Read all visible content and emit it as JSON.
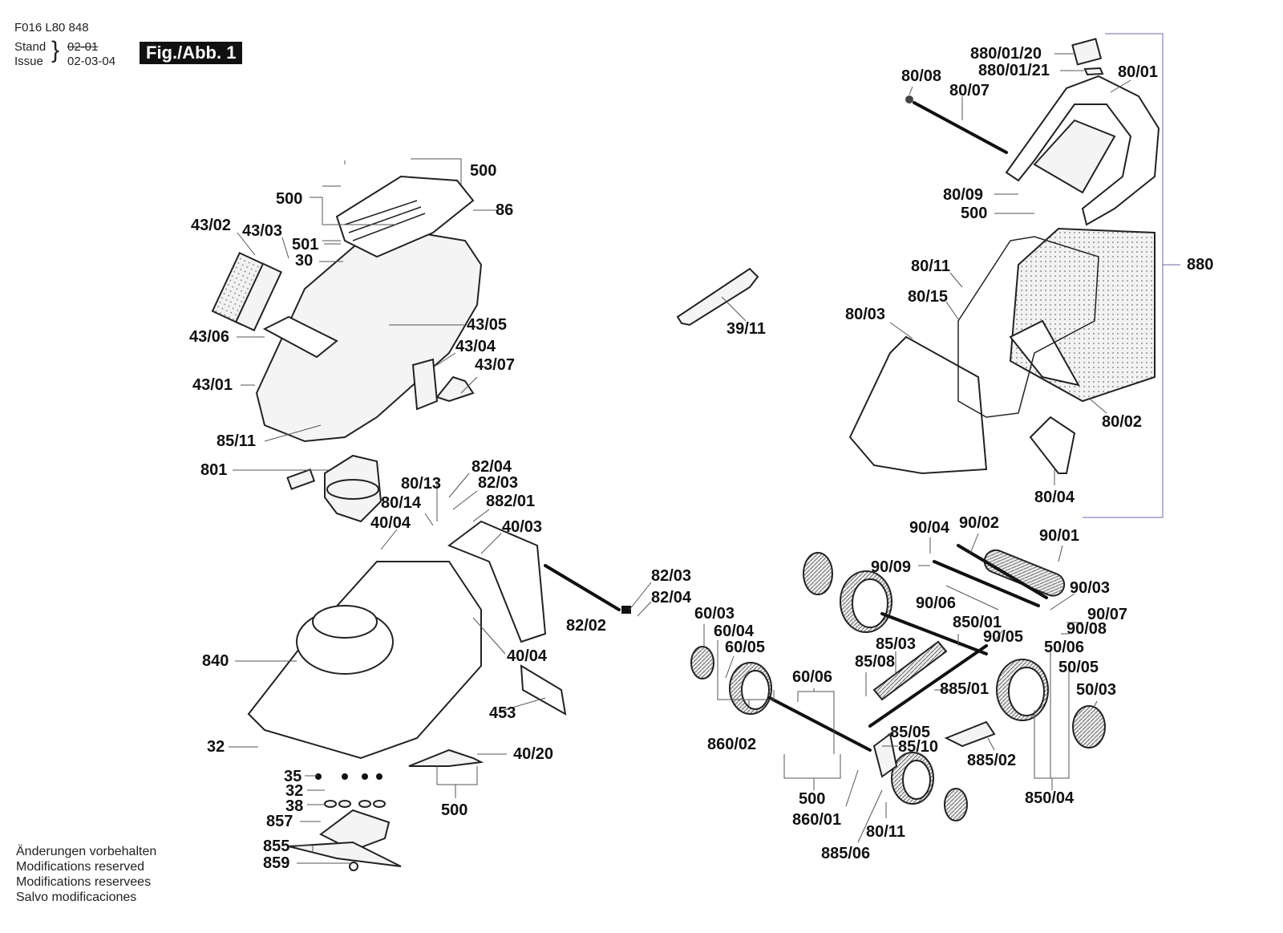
{
  "header": {
    "part_number": "F016 L80 848",
    "stand_label": "Stand",
    "issue_label": "Issue",
    "old_date_struck": "02-01",
    "issue_date": "02-03-04",
    "figure_label": "Fig./Abb. 1"
  },
  "footer_notes": [
    "Änderungen vorbehalten",
    "Modifications reserved",
    "Modifications reservees",
    "Salvo modificaciones"
  ],
  "groups": {
    "motor_hood": {
      "labels": [
        "500",
        "500",
        "86",
        "43/02",
        "43/03",
        "501",
        "30",
        "43/06",
        "43/05",
        "43/04",
        "43/07",
        "43/01",
        "85/11"
      ]
    },
    "tool": {
      "labels": [
        "39/11"
      ]
    },
    "grass_box": {
      "assembly_label": "880",
      "labels": [
        "880/01/20",
        "880/01/21",
        "80/08",
        "80/07",
        "80/01",
        "80/09",
        "500",
        "80/11",
        "80/15",
        "80/03",
        "80/02",
        "80/04"
      ]
    },
    "chassis": {
      "labels": [
        "801",
        "82/04",
        "82/03",
        "80/13",
        "882/01",
        "80/14",
        "40/04",
        "40/03",
        "82/03",
        "82/04",
        "82/02",
        "40/04",
        "840",
        "453",
        "32",
        "40/20",
        "35",
        "32",
        "38",
        "500",
        "857",
        "855",
        "859"
      ]
    },
    "wheels_roller": {
      "labels": [
        "90/04",
        "90/02",
        "90/01",
        "90/09",
        "90/03",
        "90/06",
        "90/07",
        "850/01",
        "90/08",
        "60/03",
        "90/05",
        "60/04",
        "85/03",
        "50/06",
        "60/05",
        "85/08",
        "50/05",
        "60/06",
        "885/01",
        "50/03",
        "85/05",
        "85/10",
        "860/02",
        "885/02",
        "500",
        "850/04",
        "860/01",
        "80/11",
        "885/06"
      ]
    }
  }
}
